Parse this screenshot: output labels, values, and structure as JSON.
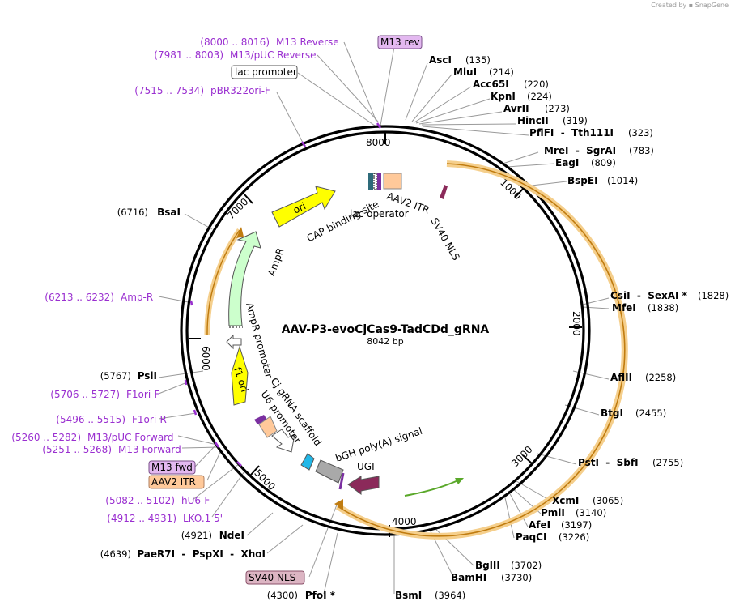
{
  "credit": "Created by ▪ SnapGene",
  "plasmid": {
    "name": "AAV-P3-evoCjCas9-TadCDd_gRNA",
    "size_label": "8042 bp"
  },
  "ring_ticks": [
    "1000",
    "2000",
    "3000",
    "4000",
    "5000",
    "6000",
    "7000",
    "8000"
  ],
  "enzymes": [
    {
      "name": "AscI",
      "pos": "(135)"
    },
    {
      "name": "MluI",
      "pos": "(214)"
    },
    {
      "name": "Acc65I",
      "pos": "(220)"
    },
    {
      "name": "KpnI",
      "pos": "(224)"
    },
    {
      "name": "AvrII",
      "pos": "(273)"
    },
    {
      "name": "HincII",
      "pos": "(319)"
    },
    {
      "name": "PflFI  -  Tth111I",
      "pos": "(323)"
    },
    {
      "name": "MreI  -  SgrAI",
      "pos": "(783)"
    },
    {
      "name": "EagI",
      "pos": "(809)"
    },
    {
      "name": "BspEI",
      "pos": "(1014)"
    },
    {
      "name": "CsiI  -  SexAI *",
      "pos": "(1828)"
    },
    {
      "name": "MfeI",
      "pos": "(1838)"
    },
    {
      "name": "AflII",
      "pos": "(2258)"
    },
    {
      "name": "BtgI",
      "pos": "(2455)"
    },
    {
      "name": "PstI  -  SbfI",
      "pos": "(2755)"
    },
    {
      "name": "XcmI",
      "pos": "(3065)"
    },
    {
      "name": "PmlI",
      "pos": "(3140)"
    },
    {
      "name": "AfeI",
      "pos": "(3197)"
    },
    {
      "name": "PaqCI",
      "pos": "(3226)"
    },
    {
      "name": "BglII",
      "pos": "(3702)"
    },
    {
      "name": "BamHI",
      "pos": "(3730)"
    },
    {
      "name": "BsmI",
      "pos": "(3964)"
    },
    {
      "name": "PfoI *",
      "pos": "(4300)"
    },
    {
      "name": "PaeR7I  -  PspXI  -  XhoI",
      "pos": "(4639)"
    },
    {
      "name": "NdeI",
      "pos": "(4921)"
    },
    {
      "name": "PsiI",
      "pos": "(5767)"
    },
    {
      "name": "BsaI",
      "pos": "(6716)"
    }
  ],
  "primers": [
    {
      "range": "(8000 .. 8016)",
      "name": "M13 Reverse"
    },
    {
      "range": "(7981 .. 8003)",
      "name": "M13/pUC Reverse"
    },
    {
      "range": "(7515 .. 7534)",
      "name": "pBR322ori-F"
    },
    {
      "range": "(6213 .. 6232)",
      "name": "Amp-R"
    },
    {
      "range": "(5706 .. 5727)",
      "name": "F1ori-F"
    },
    {
      "range": "(5496 .. 5515)",
      "name": "F1ori-R"
    },
    {
      "range": "(5260 .. 5282)",
      "name": "M13/pUC Forward"
    },
    {
      "range": "(5251 .. 5268)",
      "name": "M13 Forward"
    },
    {
      "range": "(5082 .. 5102)",
      "name": "hU6-F"
    },
    {
      "range": "(4912 .. 4931)",
      "name": "LKO.1 5'"
    }
  ],
  "boxed_labels": {
    "m13_rev": "M13 rev",
    "lac_promoter": "lac promoter",
    "m13_fwd": "M13 fwd",
    "aav2_itr_left": "AAV2 ITR",
    "sv40_nls_bottom": "SV40 NLS"
  },
  "features": {
    "ori": "ori",
    "cap_site": "CAP binding site",
    "lac_operator": "lac operator",
    "aav2_itr": "AAV2 ITR",
    "sv40_nls": "SV40 NLS",
    "ampr": "AmpR",
    "ampr_promoter": "AmpR promoter",
    "f1_ori": "f1 ori",
    "cj_scaffold": "Cj gRNA scaffold",
    "u6_promoter": "U6 promoter",
    "bgh_polya": "bGH poly(A) signal",
    "ugi": "UGI"
  },
  "colors": {
    "primer": "#9a2fd0",
    "ori": "#ffff00",
    "ampr": "#ccffcc",
    "itr": "#ffc99a",
    "nls": "#8b2a5a",
    "orf_highlight": "#f5cf8c",
    "cds_line": "#c07c10",
    "green_arrow": "#5aa82a",
    "u6": "#ffffff",
    "ugi": "#8b2a5a",
    "polya": "#a9a9a9",
    "scaffold": "#22b8e8",
    "box_purple": "#e3b8f0",
    "box_orange": "#ffc99a",
    "box_pink": "#dcb5c3"
  }
}
